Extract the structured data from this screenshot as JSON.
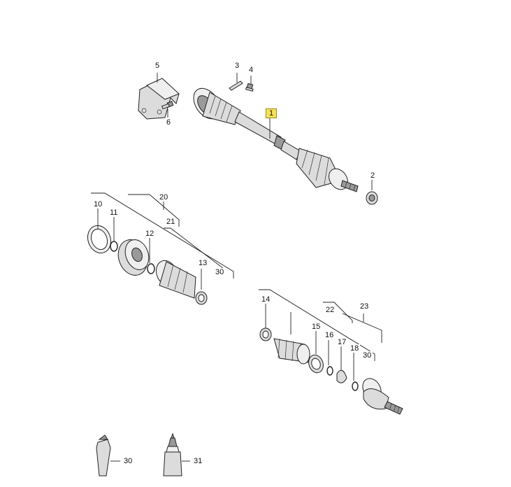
{
  "callouts": {
    "p1": "1",
    "p2": "2",
    "p3": "3",
    "p4": "4",
    "p5": "5",
    "p6": "6",
    "p10": "10",
    "p11": "11",
    "p12": "12",
    "p13": "13",
    "p14": "14",
    "p15": "15",
    "p16": "16",
    "p17": "17",
    "p18": "18",
    "p20": "20",
    "p21": "21",
    "p22": "22",
    "p23": "23",
    "p30a": "30",
    "p30b": "30",
    "p30c": "30",
    "p31": "31"
  },
  "colors": {
    "highlight": "#f6e15a",
    "part": "#dcdcdc",
    "shadow": "#9a9a9a"
  }
}
